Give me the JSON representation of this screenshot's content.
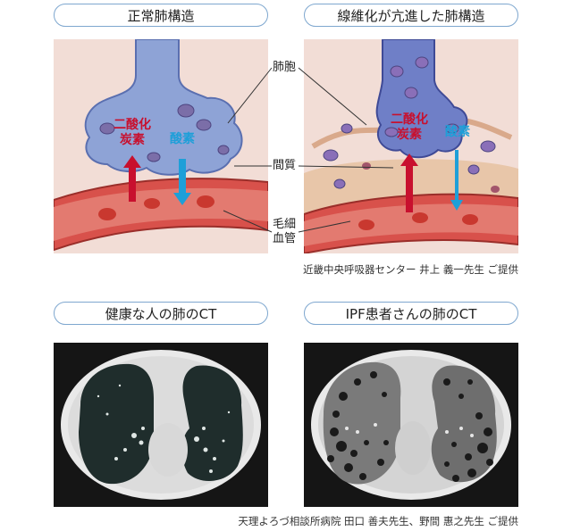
{
  "top": {
    "left_title": "正常肺構造",
    "right_title": "線維化が亢進した肺構造",
    "labels": {
      "alveolus": "肺胞",
      "interstitium": "間質",
      "capillary_line1": "毛細",
      "capillary_line2": "血管",
      "co2_line1": "二酸化",
      "co2_line2": "炭素",
      "o2": "酸素"
    },
    "credit": "近畿中央呼吸器センター 井上 義一先生 ご提供"
  },
  "bottom": {
    "left_title": "健康な人の肺のCT",
    "right_title": "IPF患者さんの肺のCT",
    "credit": "天理よろづ相談所病院 田口 善夫先生、野間 惠之先生 ご提供"
  },
  "colors": {
    "pill_border": "#7ea7cf",
    "co2": "#c8102e",
    "o2": "#1e9fd8"
  }
}
